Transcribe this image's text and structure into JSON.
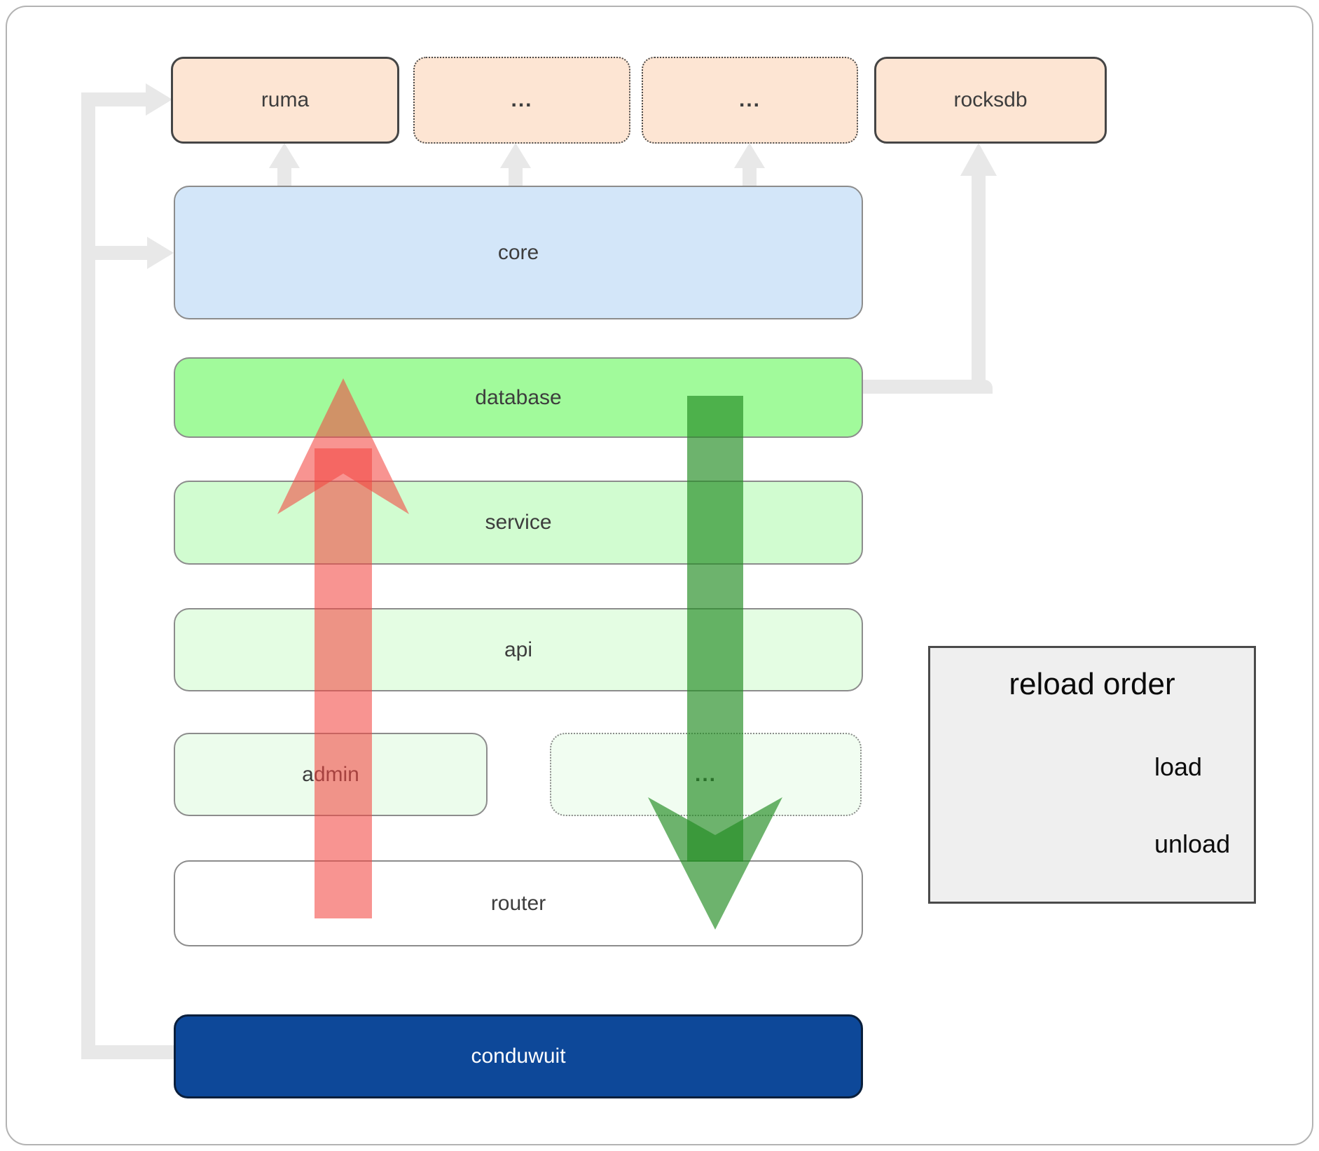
{
  "nodes": {
    "ruma": "ruma",
    "ellipsis1": "...",
    "ellipsis2": "...",
    "rocksdb": "rocksdb",
    "core": "core",
    "database": "database",
    "service": "service",
    "api": "api",
    "admin": "admin",
    "ellipsis3": "...",
    "router": "router",
    "conduwuit": "conduwuit"
  },
  "legend": {
    "title": "reload order",
    "items": [
      {
        "label": "load",
        "color": "#2e8b2e"
      },
      {
        "label": "unload",
        "color": "#f34641"
      }
    ]
  },
  "colors": {
    "load_arrow_green": "#2e8b2e",
    "unload_arrow_red": "#f34641",
    "conduwuit_blue": "#0d4899",
    "database_green": "#a1fa9b",
    "light_green_layer": "#d1fcd0",
    "core_blue": "#d3e6f9",
    "crate_peach": "#fde5d3",
    "connector_gray": "#e8e8e8"
  }
}
